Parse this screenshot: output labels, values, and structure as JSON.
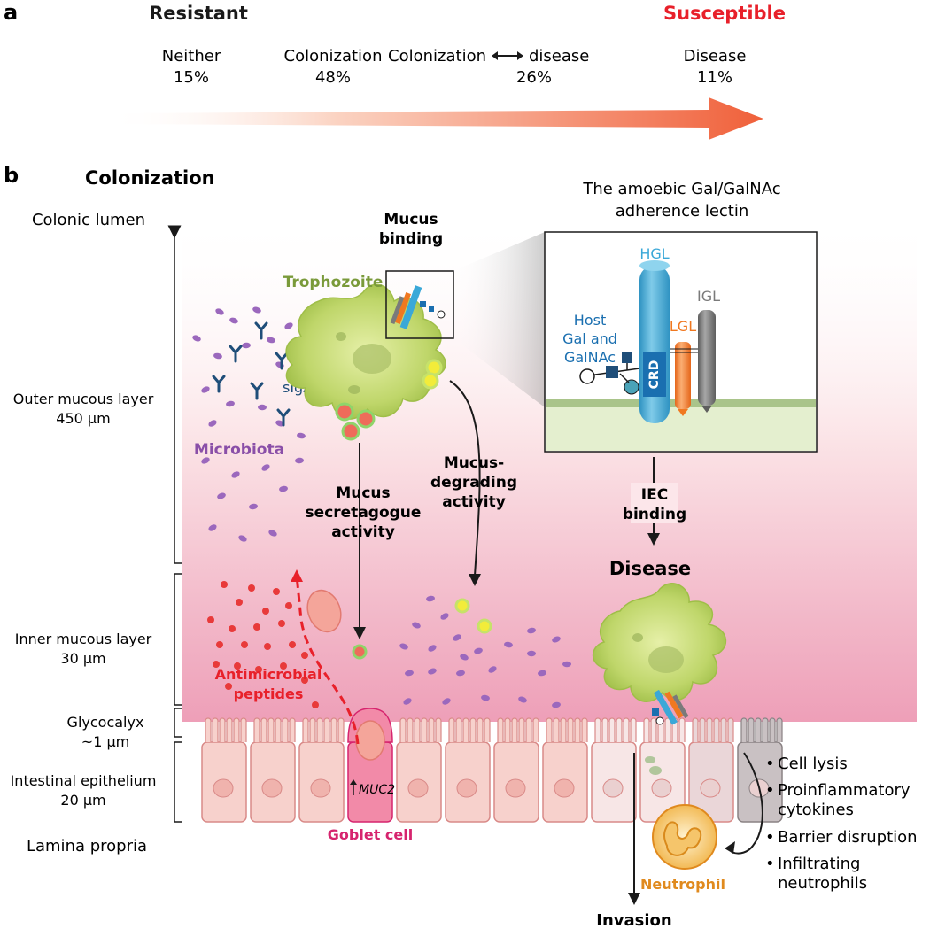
{
  "panel_a": {
    "label": "a",
    "resistant": "Resistant",
    "susceptible": "Susceptible",
    "categories": [
      {
        "name": "Neither",
        "value": "15%"
      },
      {
        "name": "Colonization",
        "value": "48%"
      },
      {
        "name": "Colonization",
        "name2": "disease",
        "value": "26%"
      },
      {
        "name": "Disease",
        "value": "11%"
      }
    ],
    "colors": {
      "resistant": "#1a1a1a",
      "susceptible": "#e8202a",
      "arrow": "#f0603a"
    }
  },
  "panel_b": {
    "label": "b",
    "colonization_title": "Colonization",
    "lectin_title": [
      "The amoebic Gal/GalNAc",
      "adherence lectin"
    ],
    "layers": {
      "colonic_lumen": "Colonic lumen",
      "outer_mucous": [
        "Outer mucous layer",
        "450 µm"
      ],
      "inner_mucous": [
        "Inner mucous layer",
        "30 µm"
      ],
      "glycocalyx": [
        "Glycocalyx",
        "~1 µm"
      ],
      "epithelium": [
        "Intestinal epithelium",
        "20 µm"
      ],
      "lamina_propria": "Lamina propria"
    },
    "labels": {
      "mucus_binding": [
        "Mucus",
        "binding"
      ],
      "trophozoite": "Trophozoite",
      "siga": "sIgA",
      "microbiota": "Microbiota",
      "secretagogue": [
        "Mucus",
        "secretagogue",
        "activity"
      ],
      "degrading": [
        "Mucus-",
        "degrading",
        "activity"
      ],
      "antimicrobial": [
        "Antimicrobial",
        "peptides"
      ],
      "muc2": "MUC2",
      "goblet_cell": "Goblet cell",
      "iec_binding": [
        "IEC",
        "binding"
      ],
      "disease": "Disease",
      "neutrophil": "Neutrophil",
      "invasion": "Invasion"
    },
    "lectin": {
      "hgl": "HGL",
      "lgl": "LGL",
      "igl": "IGL",
      "crd": "CRD",
      "host": [
        "Host",
        "Gal and",
        "GalNAc"
      ]
    },
    "outcomes": [
      "Cell lysis",
      "Proinflammatory",
      "cytokines",
      "Barrier disruption",
      "Infiltrating",
      "neutrophils"
    ],
    "colors": {
      "trophozoite": "#7a9a3a",
      "microbiota": "#8a4fa8",
      "siga": "#1f4e79",
      "antimicrobial": "#e8202a",
      "goblet": "#d6246e",
      "neutrophil": "#e08a1e",
      "hgl": "#3aa8d8",
      "lgl": "#f07820",
      "igl": "#7a7a7a",
      "host": "#1a6fb0"
    }
  }
}
